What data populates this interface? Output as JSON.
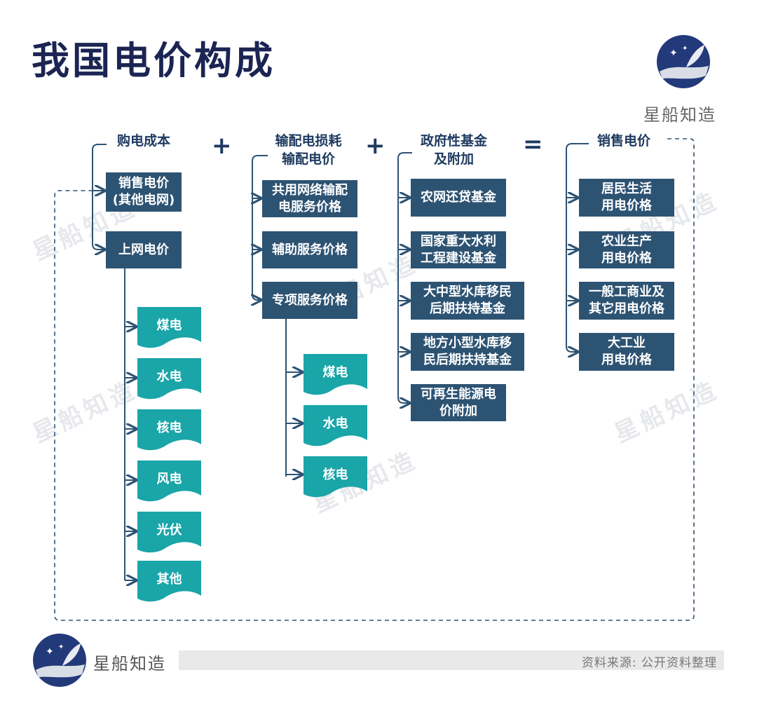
{
  "title": "我国电价构成",
  "brand": "星船知造",
  "watermark": "星船知造",
  "source": "资料来源: 公开资料整理",
  "operators": {
    "plus": "+",
    "equals": "="
  },
  "columns": [
    {
      "header": "购电成本",
      "items": [
        "销售电价\n(其他电网)",
        "上网电价"
      ],
      "sub_items": [
        "煤电",
        "水电",
        "核电",
        "风电",
        "光伏",
        "其他"
      ]
    },
    {
      "header": "输配电损耗\n输配电价",
      "items": [
        "共用网络输配\n电服务价格",
        "辅助服务价格",
        "专项服务价格"
      ],
      "sub_items": [
        "煤电",
        "水电",
        "核电"
      ]
    },
    {
      "header": "政府性基金\n及附加",
      "items": [
        "农网还贷基金",
        "国家重大水利\n工程建设基金",
        "大中型水库移民\n后期扶持基金",
        "地方小型水库移\n民后期扶持基金",
        "可再生能源电\n价附加"
      ]
    },
    {
      "header": "销售电价",
      "items": [
        "居民生活\n用电价格",
        "农业生产\n用电价格",
        "一般工商业及\n其它用电价格",
        "大工业\n用电价格"
      ]
    }
  ],
  "colors": {
    "title": "#1b2452",
    "box": "#2d5373",
    "teal": "#1aa5a8",
    "line": "#2d5373"
  }
}
